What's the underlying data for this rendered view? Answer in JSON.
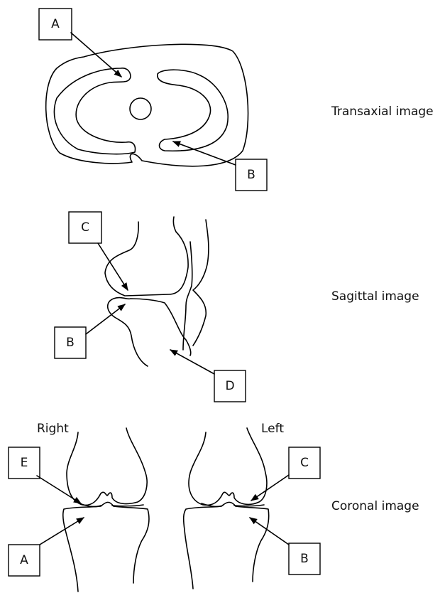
{
  "views": {
    "transaxial": {
      "caption": "Transaxial image",
      "labels": {
        "a": "A",
        "b": "B"
      }
    },
    "sagittal": {
      "caption": "Sagittal image",
      "labels": {
        "c": "C",
        "b": "B",
        "d": "D"
      }
    },
    "coronal": {
      "caption": "Coronal image",
      "side_right": "Right",
      "side_left": "Left",
      "labels": {
        "e": "E",
        "a": "A",
        "c": "C",
        "b": "B"
      }
    }
  },
  "colors": {
    "line": "#000000",
    "background": "#ffffff"
  }
}
